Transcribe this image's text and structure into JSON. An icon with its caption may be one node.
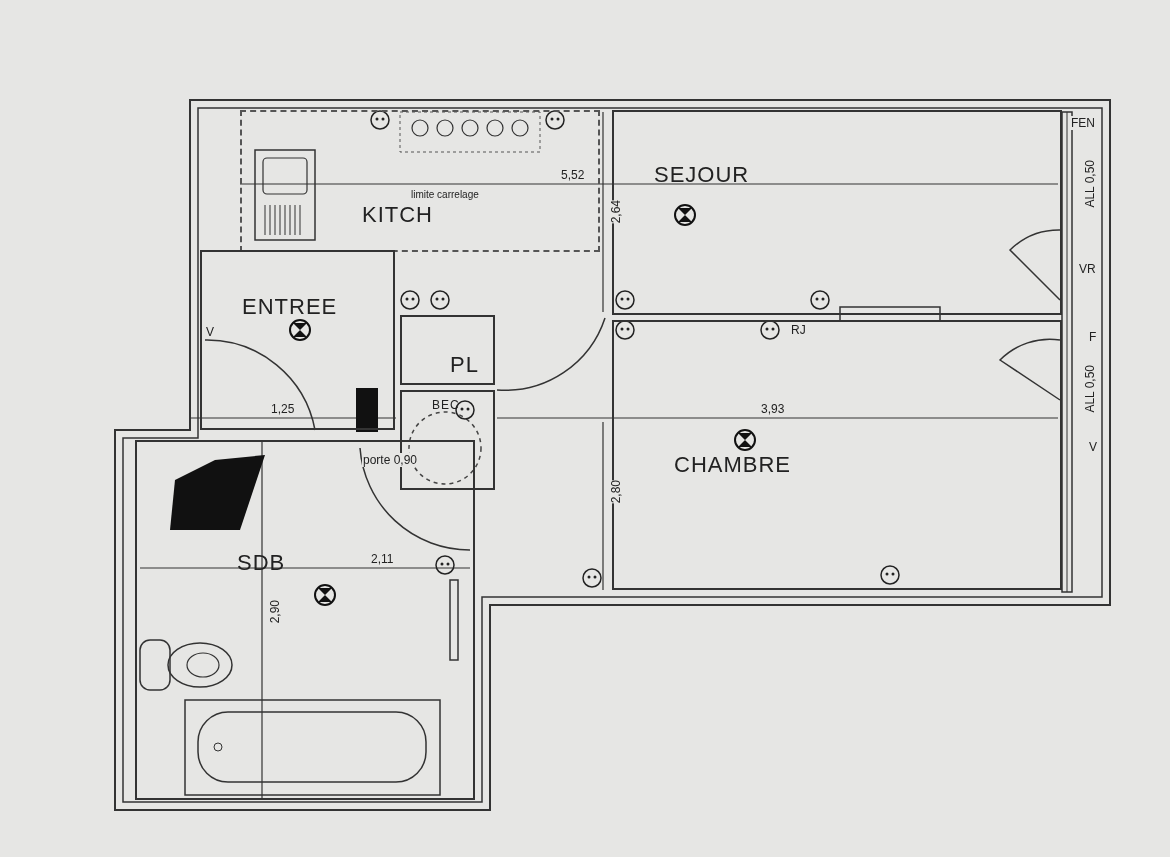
{
  "diagram": {
    "nodes": [
      {
        "text": [
          "KITCH"
        ]
      },
      {
        "text": [
          "SEJOUR"
        ]
      },
      {
        "text": [
          "ENTREE"
        ]
      },
      {
        "text": [
          "PL"
        ]
      },
      {
        "text": [
          "BEC"
        ]
      },
      {
        "text": [
          "CHAMBRE"
        ]
      },
      {
        "text": [
          "SDB"
        ]
      }
    ],
    "labels": [
      "FEN",
      "5,52",
      "limite carrelage",
      "2,64",
      "ALL 0,50",
      "VR",
      "RJ",
      "V",
      "ALL 0,50",
      "F",
      "1,25",
      "3,93",
      "V",
      "porte 0,90",
      "2,80",
      "2,11",
      "2,90"
    ]
  }
}
